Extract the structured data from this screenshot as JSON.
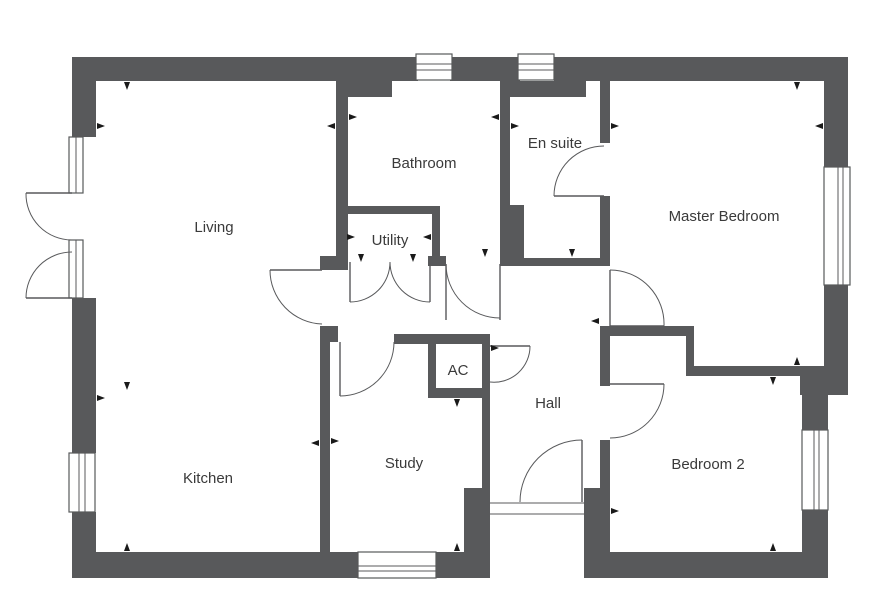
{
  "rooms": {
    "living": "Living",
    "kitchen": "Kitchen",
    "bathroom": "Bathroom",
    "ensuite": "En suite",
    "master_bedroom": "Master Bedroom",
    "utility": "Utility",
    "ac": "AC",
    "hall": "Hall",
    "study": "Study",
    "bedroom2": "Bedroom 2"
  },
  "colors": {
    "wall": "#58595b",
    "label": "#3a3a3a",
    "dimension_arrow": "#1a1a1a"
  }
}
